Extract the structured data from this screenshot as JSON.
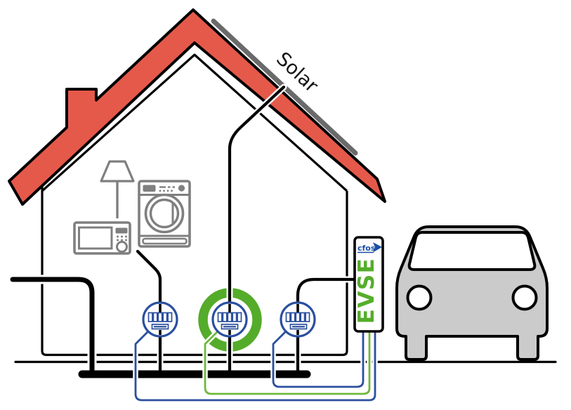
{
  "diagram": {
    "labels": {
      "solar": "Solar",
      "evse_brand": "cfos",
      "evse_device": "EVSE"
    },
    "colors": {
      "roof_red": "#E5594A",
      "outline_black": "#000000",
      "appliance_gray": "#7F7F7F",
      "solar_panel_gray": "#6A6A6A",
      "meter_blue": "#2B4F9E",
      "wire_blue": "#2B4F9E",
      "wire_green": "#6FB83D",
      "highlight_ring_green": "#54AC2A",
      "evse_text_green": "#55AD2B",
      "cfos_blue": "#1A4FA6",
      "car_body_gray": "#CBCBCB"
    },
    "components": {
      "house_parts": [
        "roof",
        "chimney",
        "left-wall",
        "right-wall",
        "floor",
        "ceiling"
      ],
      "appliances": [
        "floor-lamp",
        "washing-machine",
        "microwave"
      ],
      "meters": [
        {
          "name": "household-consumption-meter"
        },
        {
          "name": "solar-production-meter-highlighted"
        },
        {
          "name": "evse-charging-meter"
        }
      ],
      "wallbox": {
        "brand": "cfos",
        "label": "EVSE"
      },
      "vehicle": "electric-car",
      "power_elements": [
        "grid-supply-line",
        "underground-distribution-bar",
        "solar-panel",
        "ground-line"
      ],
      "data_links": [
        "meter1-to-evse-blue",
        "meter2-to-evse-green",
        "meter3-to-evse-blue"
      ]
    }
  }
}
